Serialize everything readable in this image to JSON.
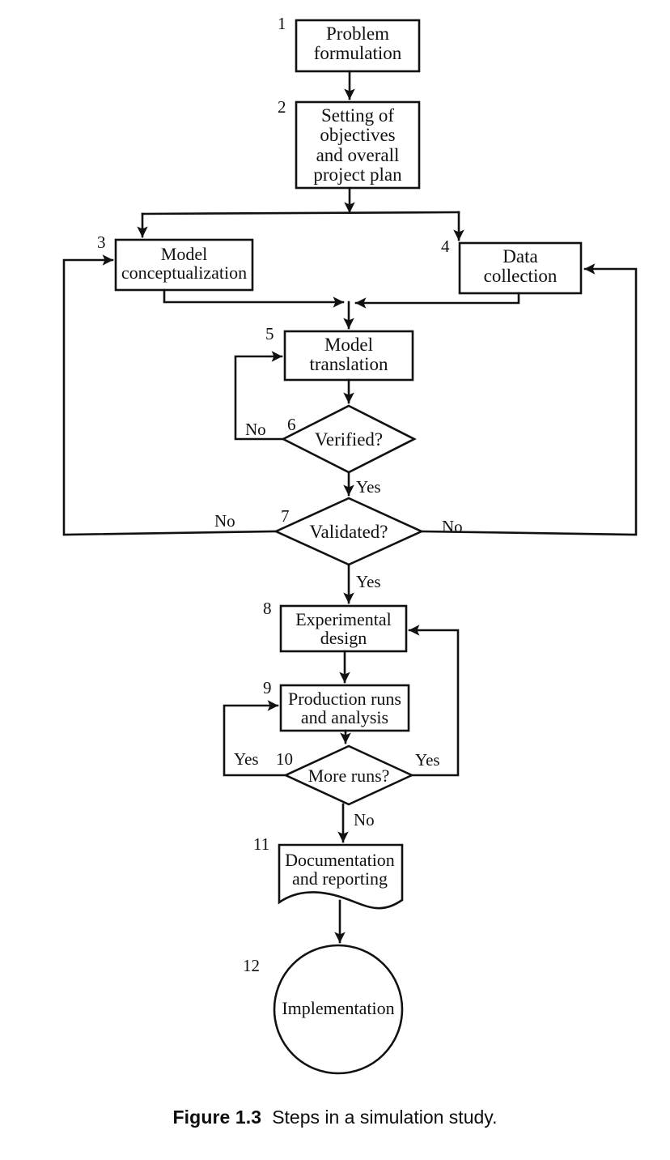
{
  "figure": {
    "caption_label": "Figure 1.3",
    "caption_text": "Steps in a simulation study.",
    "line_color": "#111111",
    "background_color": "#ffffff"
  },
  "chart_data": {
    "type": "diagram",
    "title": "Steps in a simulation study",
    "nodes": [
      {
        "id": "1",
        "number": "1",
        "shape": "rectangle",
        "label": "Problem\nformulation"
      },
      {
        "id": "2",
        "number": "2",
        "shape": "rectangle",
        "label": "Setting of\nobjectives\nand overall\nproject plan"
      },
      {
        "id": "3",
        "number": "3",
        "shape": "rectangle",
        "label": "Model\nconceptualization"
      },
      {
        "id": "4",
        "number": "4",
        "shape": "rectangle",
        "label": "Data\ncollection"
      },
      {
        "id": "5",
        "number": "5",
        "shape": "rectangle",
        "label": "Model\ntranslation"
      },
      {
        "id": "6",
        "number": "6",
        "shape": "diamond",
        "label": "Verified?"
      },
      {
        "id": "7",
        "number": "7",
        "shape": "diamond",
        "label": "Validated?"
      },
      {
        "id": "8",
        "number": "8",
        "shape": "rectangle",
        "label": "Experimental\ndesign"
      },
      {
        "id": "9",
        "number": "9",
        "shape": "rectangle",
        "label": "Production runs\nand analysis"
      },
      {
        "id": "10",
        "number": "10",
        "shape": "diamond",
        "label": "More runs?"
      },
      {
        "id": "11",
        "number": "11",
        "shape": "document",
        "label": "Documentation\nand reporting"
      },
      {
        "id": "12",
        "number": "12",
        "shape": "circle",
        "label": "Implementation"
      }
    ],
    "edges": [
      {
        "from": "1",
        "to": "2",
        "label": ""
      },
      {
        "from": "2",
        "to": "3",
        "label": ""
      },
      {
        "from": "2",
        "to": "4",
        "label": ""
      },
      {
        "from": "3",
        "to": "5",
        "label": ""
      },
      {
        "from": "4",
        "to": "5",
        "label": ""
      },
      {
        "from": "5",
        "to": "6",
        "label": ""
      },
      {
        "from": "6",
        "to": "5",
        "label": "No"
      },
      {
        "from": "6",
        "to": "7",
        "label": "Yes"
      },
      {
        "from": "7",
        "to": "3",
        "label": "No"
      },
      {
        "from": "7",
        "to": "4",
        "label": "No"
      },
      {
        "from": "7",
        "to": "8",
        "label": "Yes"
      },
      {
        "from": "8",
        "to": "9",
        "label": ""
      },
      {
        "from": "9",
        "to": "10",
        "label": ""
      },
      {
        "from": "10",
        "to": "9",
        "label": "Yes"
      },
      {
        "from": "10",
        "to": "8",
        "label": "Yes"
      },
      {
        "from": "10",
        "to": "11",
        "label": "No"
      },
      {
        "from": "11",
        "to": "12",
        "label": ""
      }
    ],
    "edge_labels": {
      "verified_no": "No",
      "verified_yes": "Yes",
      "validated_no_left": "No",
      "validated_no_right": "No",
      "validated_yes": "Yes",
      "more_runs_yes_left": "Yes",
      "more_runs_yes_right": "Yes",
      "more_runs_no": "No"
    }
  }
}
